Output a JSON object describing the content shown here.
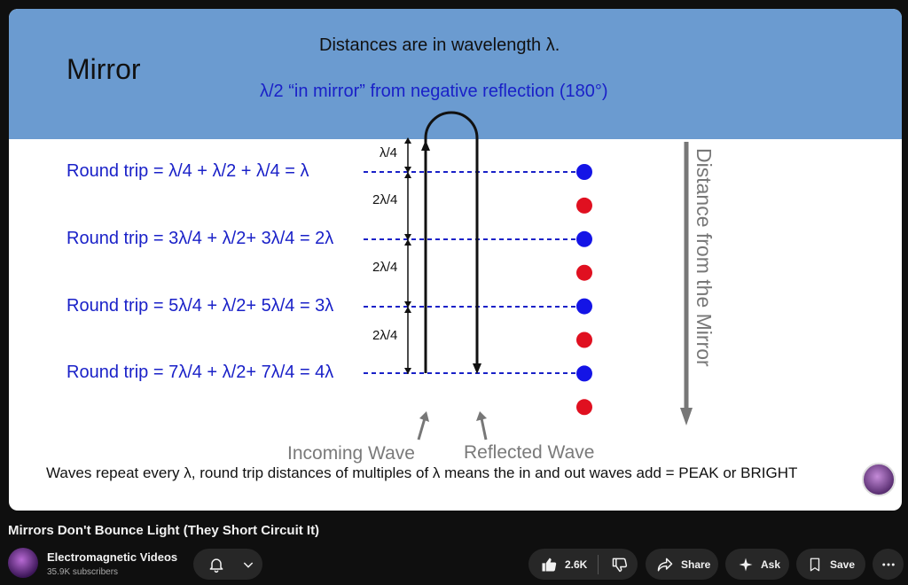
{
  "slide": {
    "heading": "Mirror",
    "distances_note": "Distances are in wavelength λ.",
    "negative_reflection": "λ/2 “in mirror” from negative reflection (180°)",
    "rows": [
      "Round trip = λ/4 + λ/2 + λ/4 = λ",
      "Round trip = 3λ/4 + λ/2+ 3λ/4 = 2λ",
      "Round trip = 5λ/4 + λ/2+ 5λ/4 = 3λ",
      "Round trip = 7λ/4 + λ/2+ 7λ/4 = 4λ"
    ],
    "spacing_labels": [
      "λ/4",
      "2λ/4",
      "2λ/4",
      "2λ/4"
    ],
    "axis_label": "Distance from the Mirror",
    "incoming_label": "Incoming Wave",
    "reflected_label": "Reflected Wave",
    "bottom_note": "Waves repeat every λ, round trip distances of multiples of λ means the in and out waves add = PEAK or BRIGHT",
    "colors": {
      "band": "#6b9bd0",
      "text_blue": "#1a21c8",
      "dot_blue": "#1414e6",
      "dot_red": "#e01020"
    },
    "dots": [
      "blue",
      "red",
      "blue",
      "red",
      "blue",
      "red",
      "blue",
      "red"
    ]
  },
  "video": {
    "title": "Mirrors Don't Bounce Light (They Short Circuit It)",
    "channel_name": "Electromagnetic Videos",
    "subscribers": "35.9K subscribers",
    "likes": "2.6K",
    "share_label": "Share",
    "ask_label": "Ask",
    "save_label": "Save"
  },
  "icons": [
    "bell-icon",
    "chevron-down-icon",
    "thumbs-up-icon",
    "thumbs-down-icon",
    "share-icon",
    "sparkle-icon",
    "bookmark-icon",
    "more-icon"
  ]
}
